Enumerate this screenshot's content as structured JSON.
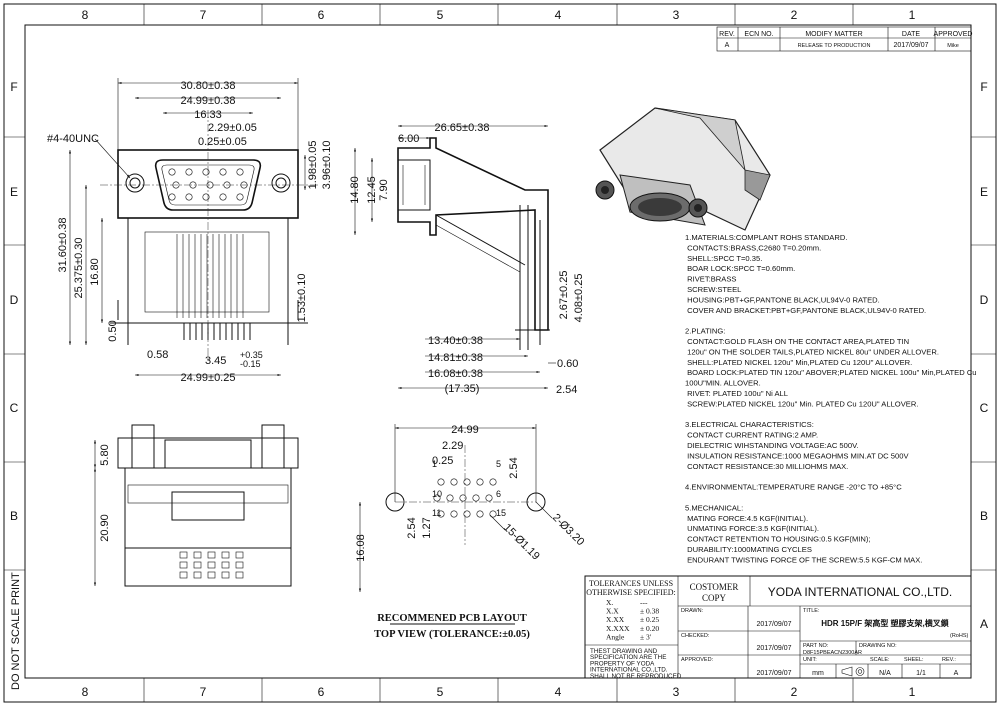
{
  "border": {
    "cols": [
      "8",
      "7",
      "6",
      "5",
      "4",
      "3",
      "2",
      "1"
    ],
    "rows": [
      "F",
      "E",
      "D",
      "C",
      "B",
      "A"
    ],
    "side_text": "DO NOT SCALE PRINT"
  },
  "revision": {
    "headers": [
      "REV.",
      "ECN NO.",
      "MODIFY  MATTER",
      "DATE",
      "APPROVED"
    ],
    "row": [
      "A",
      "",
      "RELEASE TO PRODUCTION",
      "2017/09/07",
      "Mike"
    ]
  },
  "front_view": {
    "thread": "#4-40UNC",
    "d01": "30.80±0.38",
    "d02": "24.99±0.38",
    "d03": "16.33",
    "d04": "2.29±0.05",
    "d05": "0.25±0.05",
    "d06": "1.98±0.05",
    "d07": "3.96±0.10",
    "d08": "31.60±0.38",
    "d09": "25.375±0.30",
    "d10": "16.80",
    "d11": "0.50",
    "d12": "1.53±0.10",
    "d13": "0.58",
    "d14": "3.45",
    "d14_tol_up": "+0.35",
    "d14_tol_dn": "-0.15",
    "d15": "24.99±0.25"
  },
  "side_view": {
    "d01": "26.65±0.38",
    "d02": "6.00",
    "d03": "14.80",
    "d04": "12.45",
    "d05": "7.90",
    "d06": "2.67±0.25",
    "d07": "4.08±0.25",
    "d08": "13.40±0.38",
    "d09": "14.81±0.38",
    "d10": "16.08±0.38",
    "d11": "(17.35)",
    "d12": "0.60",
    "d13": "2.54"
  },
  "bottom_view": {
    "d01": "5.80",
    "d02": "20.90"
  },
  "pcb_layout": {
    "d01": "24.99",
    "d02": "2.29",
    "d03": "0.25",
    "d04": "2.54",
    "d05": "2.54",
    "d06": "1.27",
    "d07": "16.08",
    "d08": "2-Ø3.20",
    "d09": "15-Ø1.19",
    "pins": [
      "1",
      "5",
      "6",
      "10",
      "11",
      "15"
    ],
    "title": "RECOMMENED PCB LAYOUT",
    "subtitle": "TOP VIEW (TOLERANCE:±0.05)"
  },
  "notes": [
    "1.MATERIALS:COMPLANT ROHS STANDARD.",
    "   CONTACTS:BRASS,C2680  T=0.20mm.",
    "   SHELL:SPCC  T=0.35.",
    "   BOAR LOCK:SPCC  T=0.60mm.",
    "   RIVET:BRASS",
    "   SCREW:STEEL",
    "   HOUSING:PBT+GF,PANTONE BLACK,UL94V-0 RATED.",
    "   COVER AND BRACKET:PBT+GF,PANTONE BLACK,UL94V-0 RATED.",
    "",
    "2.PLATING:",
    "   CONTACT:GOLD FLASH ON THE CONTACT AREA,PLATED TIN",
    "   120u\" ON THE SOLDER TAILS,PLATED NICKEL 80u\" UNDER ALLOVER.",
    "   SHELL:PLATED NICKEL 120u\" Min,PLATED Cu 120U\" ALLOVER.",
    "   BOARD LOCK:PLATED TIN 120u\" ABOVER;PLATED NICKEL 100u\" Min,PLATED Cu",
    "100U\"MIN. ALLOVER.",
    "   RIVET:  PLATED 100u\" Ni ALL",
    "   SCREW:PLATED NICKEL 120u\" Min. PLATED Cu 120U\" ALLOVER.",
    "",
    "3.ELECTRICAL CHARACTERISTICS:",
    "   CONTACT CURRENT RATING:2 AMP.",
    "   DIELECTRIC WIHSTANDING VOLTAGE:AC 500V.",
    "   INSULATION RESISTANCE:1000 MEGAOHMS MIN.AT DC 500V",
    "   CONTACT RESISTANCE:30 MILLIOHMS MAX.",
    "",
    "4.ENVIRONMENTAL:TEMPERATURE RANGE -20°C TO +85°C",
    "",
    "5.MECHANICAL:",
    "   MATING FORCE:4.5 KGF(INITIAL).",
    "   UNMATING FORCE:3.5 KGF(INITIAL).",
    "   CONTACT RETENTION TO HOUSING:0.5 KGF(MIN);",
    "   DURABILITY:1000MATING CYCLES",
    "   ENDURANT TWISTING FORCE OF THE SCREW:5.5 KGF-CM MAX."
  ],
  "title_block": {
    "tol_title1": "TOLERANCES UNLESS",
    "tol_title2": "OTHERWISE SPECIFIED:",
    "tol_rows": [
      [
        "X.",
        "---"
      ],
      [
        "X.X",
        "± 0.38"
      ],
      [
        "X.XX",
        "± 0.25"
      ],
      [
        "X.XXX",
        "± 0.20"
      ],
      [
        "Angle",
        "± 3'"
      ]
    ],
    "customer1": "COSTOMER",
    "customer2": "COPY",
    "company": "YODA INTERNATIONAL CO.,LTD.",
    "disclaimer": [
      "THEST DRAWING AND",
      "SPECIFICATION ARE THE",
      "PROPERTY OF YODA",
      "INTERNATIONAL CO.,LTD.",
      "SHALL NOT BE REPRODUCED"
    ],
    "drawn_lbl": "DRAWN:",
    "checked_lbl": "CHECKED:",
    "approved_lbl": "APPROVED:",
    "date1": "2017/09/07",
    "date2": "2017/09/07",
    "date3": "2017/09/07",
    "title_lbl": "TITLE:",
    "title": "HDR 15P/F 架高型 塑膠支架,横叉鎖",
    "rohs": "(RoHS)",
    "part_lbl": "PART NO:",
    "part_no": "D8F15PBEACN2300AR",
    "drawing_lbl": "DRAWING NO:",
    "unit_lbl": "UNIT:",
    "unit": "mm",
    "scale_lbl": "SCALE:",
    "scale": "N/A",
    "sheet_lbl": "SHEEL:",
    "sheet": "1/1",
    "rev_lbl": "REV.:",
    "rev": "A"
  }
}
